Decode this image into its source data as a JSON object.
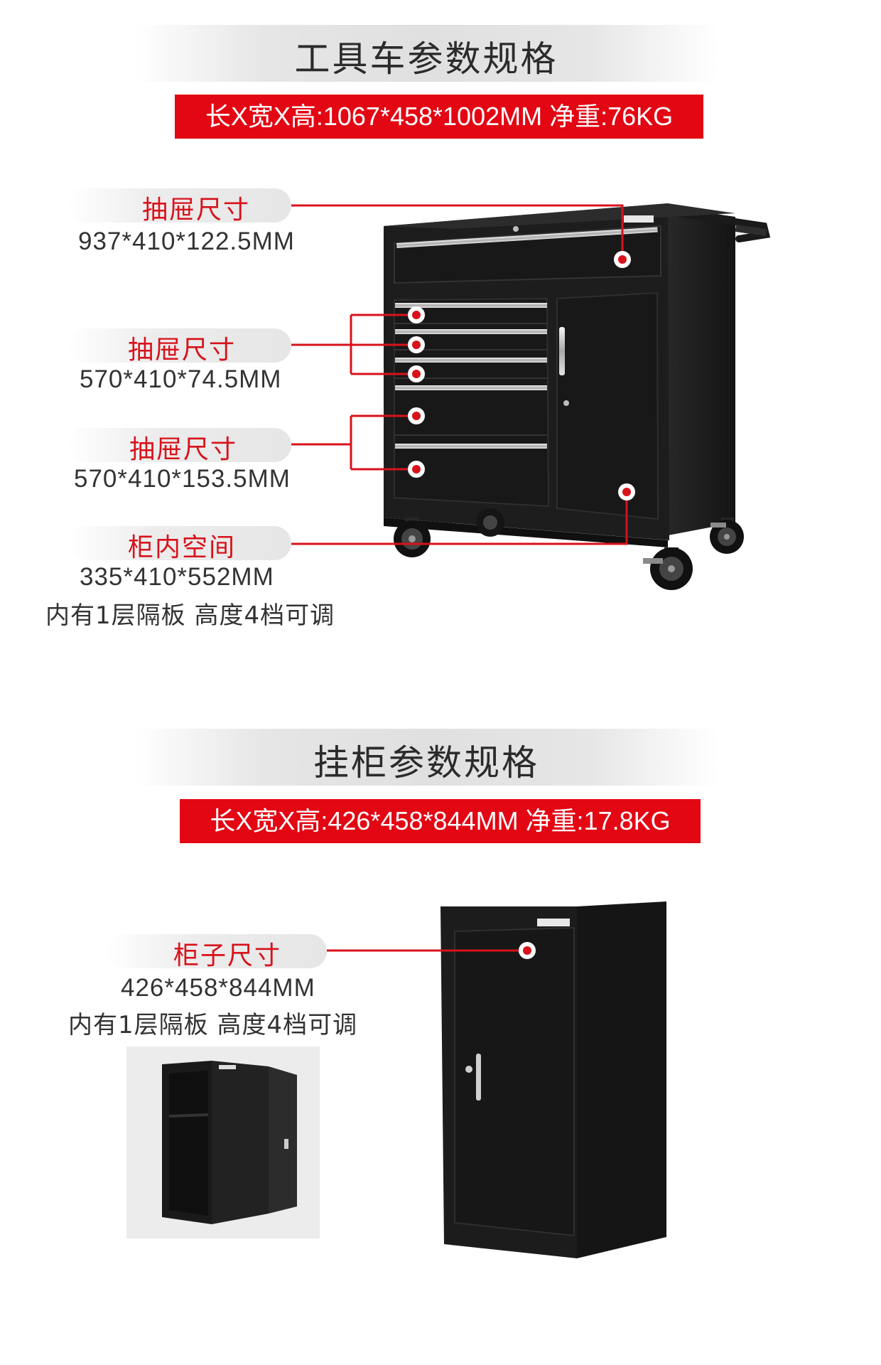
{
  "section1": {
    "title": "工具车参数规格",
    "spec": "长X宽X高:1067*458*1002MM  净重:76KG",
    "labels": [
      {
        "label": "抽屉尺寸",
        "dims": "937*410*122.5MM"
      },
      {
        "label": "抽屉尺寸",
        "dims": "570*410*74.5MM"
      },
      {
        "label": "抽屉尺寸",
        "dims": "570*410*153.5MM"
      },
      {
        "label": "柜内空间",
        "dims": "335*410*552MM",
        "note": "内有1层隔板 高度4档可调"
      }
    ]
  },
  "section2": {
    "title": "挂柜参数规格",
    "spec": "长X宽X高:426*458*844MM  净重:17.8KG",
    "label": "柜子尺寸",
    "dims": "426*458*844MM",
    "note": "内有1层隔板 高度4档可调"
  },
  "colors": {
    "accent": "#e30613",
    "cabinet": "#1c1c1c",
    "chrome": "#d6d6d6"
  }
}
